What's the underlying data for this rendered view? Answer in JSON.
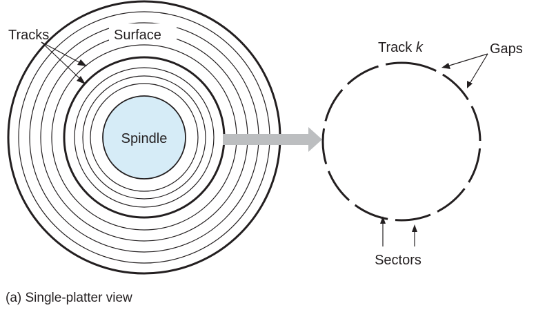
{
  "labels": {
    "tracks": "Tracks",
    "surface": "Surface",
    "spindle": "Spindle",
    "track_k_prefix": "Track ",
    "track_k_var": "k",
    "gaps": "Gaps",
    "sectors": "Sectors"
  },
  "caption": "(a) Single-platter view",
  "colors": {
    "line": "#231f20",
    "spindle_fill": "#d6ecf7",
    "arrow_fill": "#bcbec0",
    "background": "#ffffff"
  }
}
